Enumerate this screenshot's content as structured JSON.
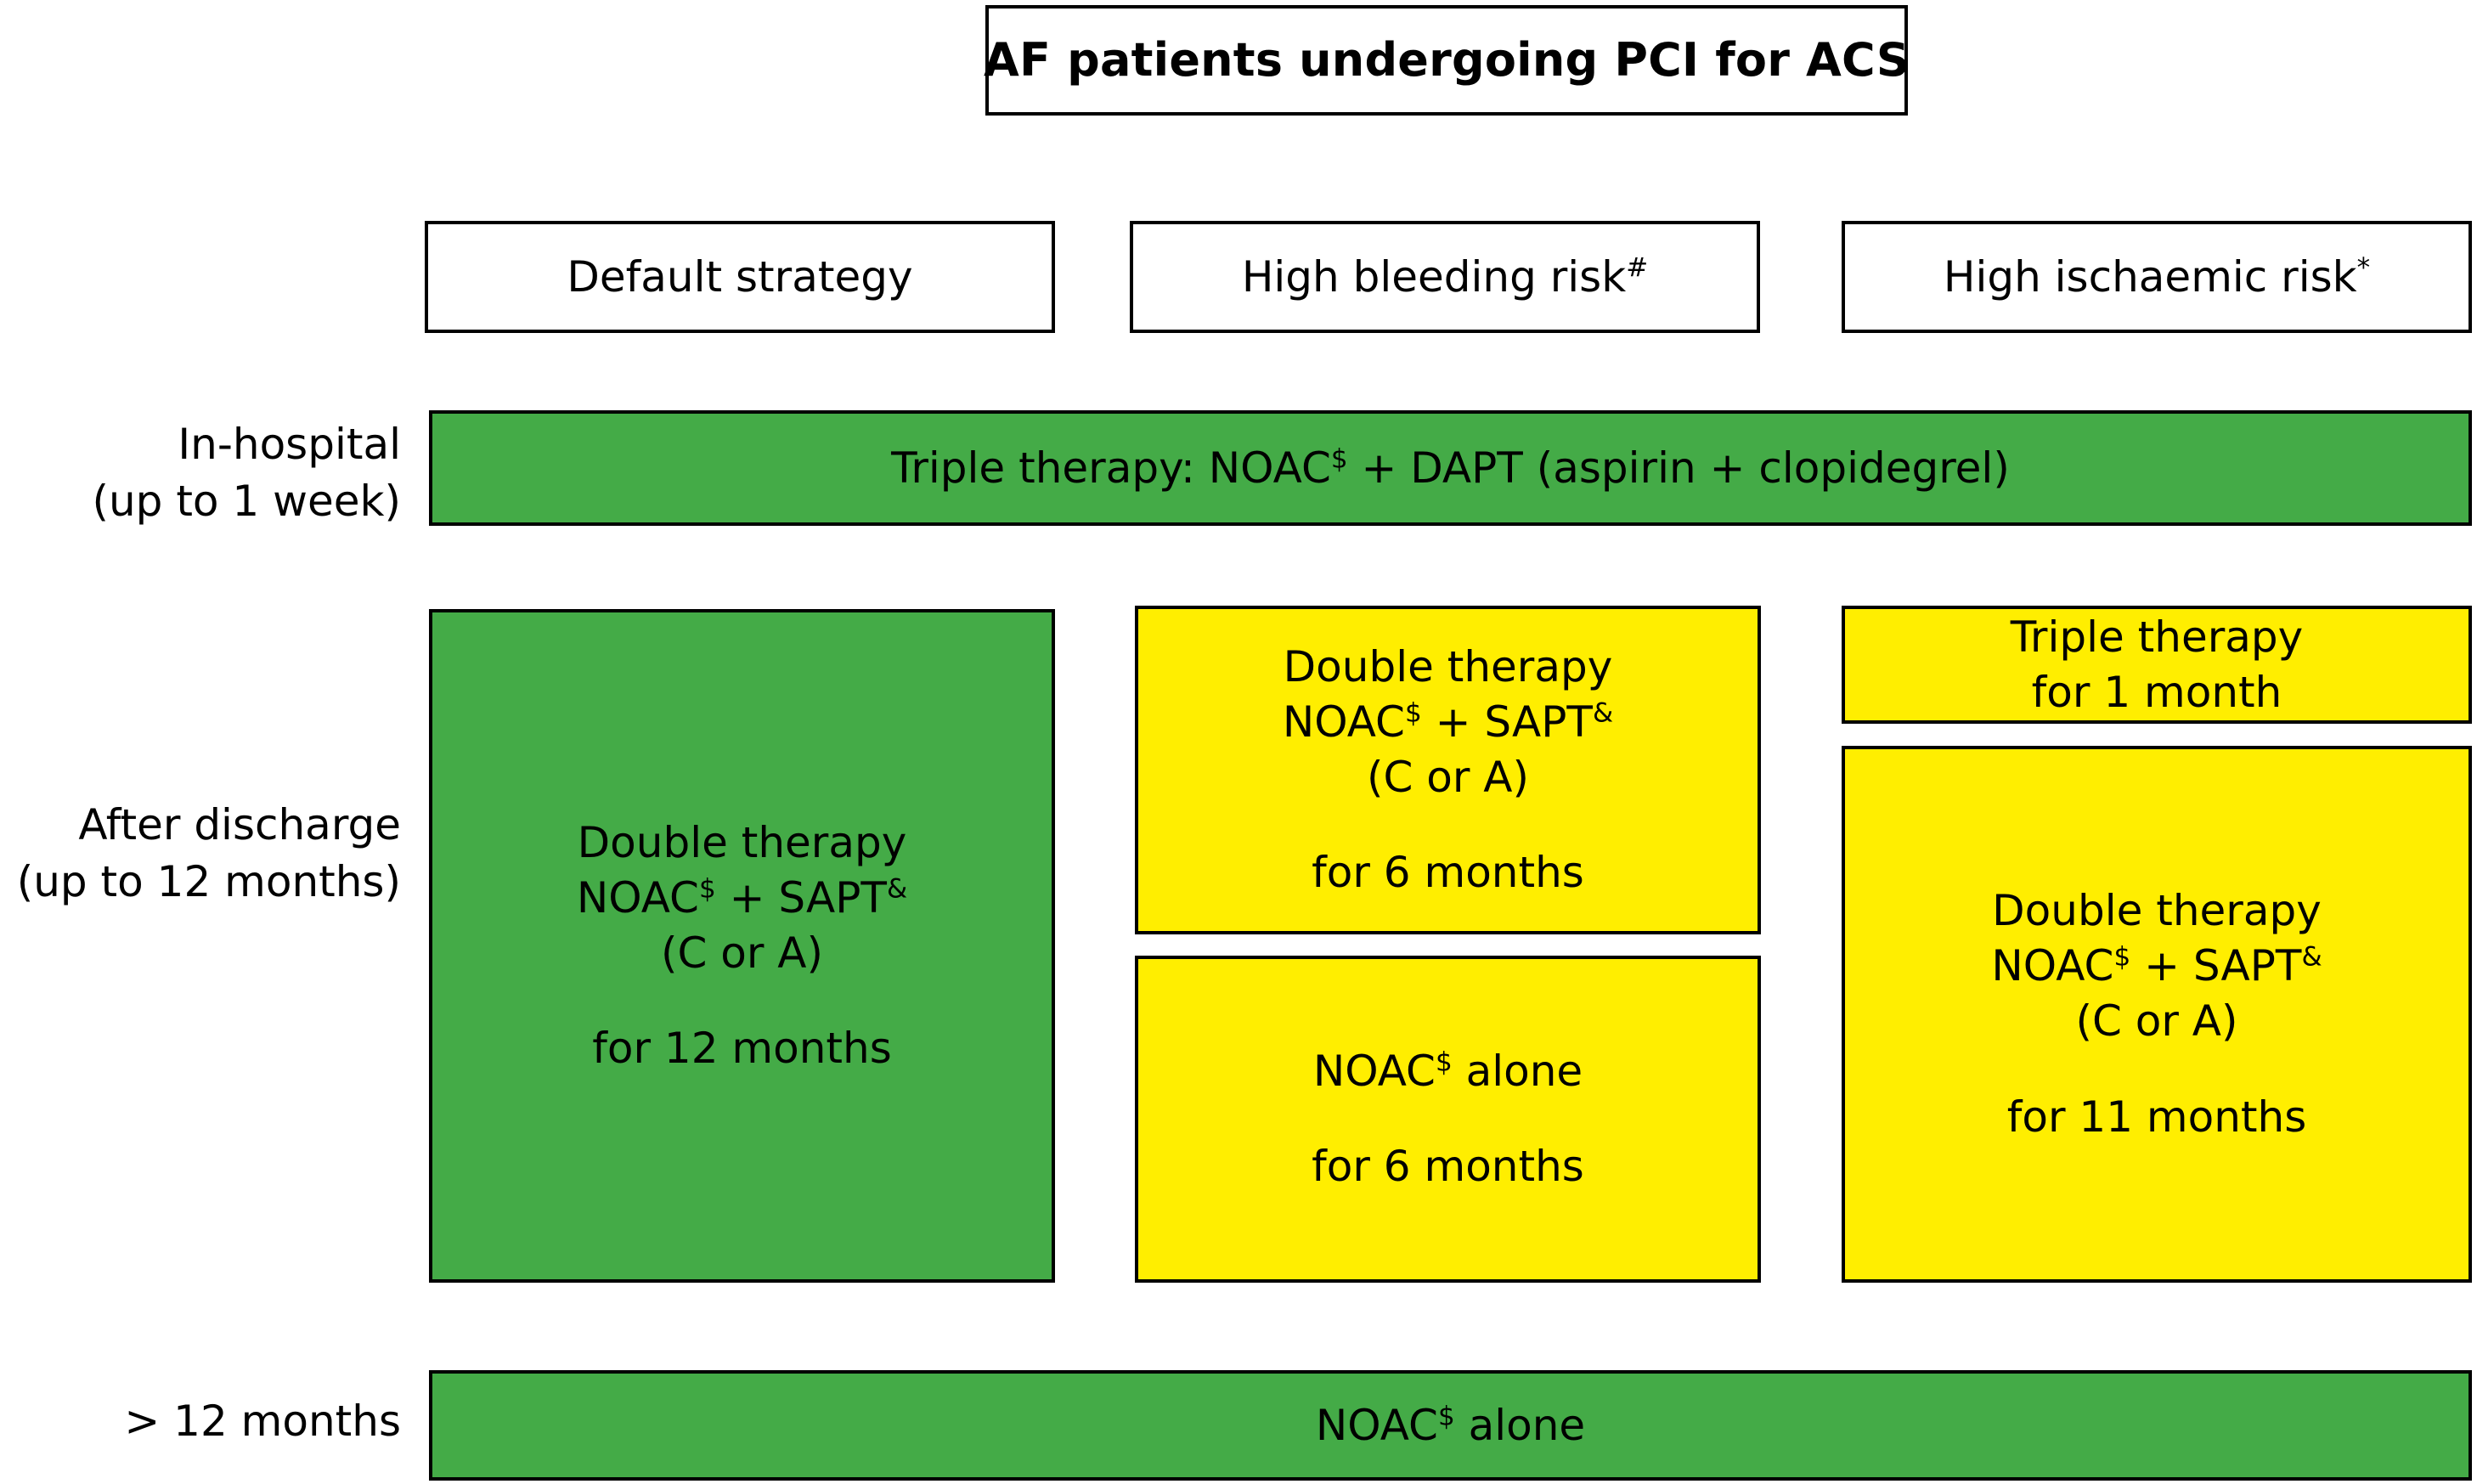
{
  "title": {
    "text": "AF patients undergoing PCI for ACS"
  },
  "columns": {
    "default": "Default strategy",
    "bleeding_text": "High bleeding risk",
    "bleeding_sup": "#",
    "ischaemic_text": "High ischaemic risk",
    "ischaemic_sup": "*"
  },
  "row_labels": {
    "inhospital_l1": "In-hospital",
    "inhospital_l2": "(up to 1 week)",
    "afterdischarge_l1": "After discharge",
    "afterdischarge_l2": "(up to 12 months)",
    "over12": "> 12 months"
  },
  "inhospital": {
    "prefix": "Triple therapy: NOAC",
    "sup": "$",
    "suffix": " + DAPT (aspirin + clopidegrel)"
  },
  "default_strategy": {
    "line1": "Double therapy",
    "line2_a": "NOAC",
    "line2_sup1": "$",
    "line2_b": " + SAPT",
    "line2_sup2": "&",
    "line3": "(C or A)",
    "line4": "for 12 months"
  },
  "high_bleeding": {
    "box1": {
      "line1": "Double therapy",
      "line2_a": "NOAC",
      "line2_sup1": "$",
      "line2_b": " + SAPT",
      "line2_sup2": "&",
      "line3": "(C or A)",
      "line4": "for 6 months"
    },
    "box2": {
      "line1_a": "NOAC",
      "line1_sup": "$",
      "line1_b": " alone",
      "line2": "for 6 months"
    }
  },
  "high_ischaemic": {
    "box1": {
      "line1": "Triple therapy",
      "line2": "for 1 month"
    },
    "box2": {
      "line1": "Double therapy",
      "line2_a": "NOAC",
      "line2_sup1": "$",
      "line2_b": " + SAPT",
      "line2_sup2": "&",
      "line3": "(C or A)",
      "line4": "for 11 months"
    }
  },
  "over12": {
    "prefix": "NOAC",
    "sup": "$",
    "suffix": " alone"
  },
  "colors": {
    "green": "#44ab47",
    "yellow": "#ffee00",
    "border": "#000000",
    "background": "#ffffff"
  }
}
